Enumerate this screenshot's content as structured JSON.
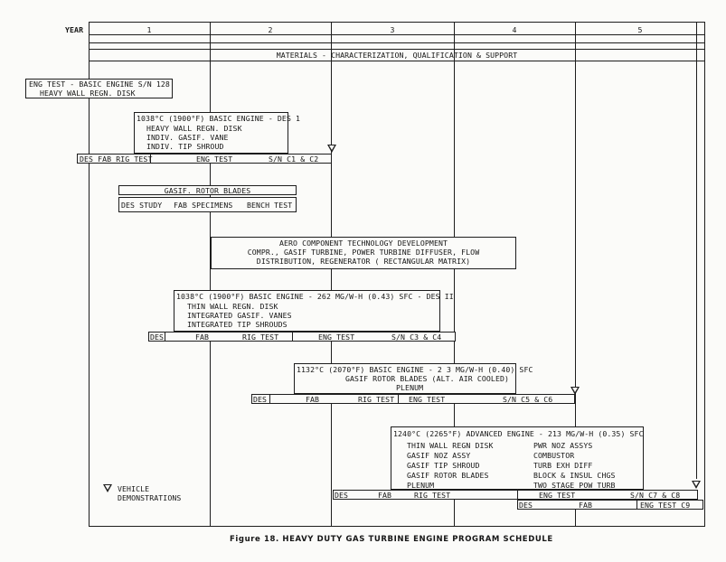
{
  "header": {
    "year_label": "YEAR",
    "years": [
      "1",
      "2",
      "3",
      "4",
      "5"
    ]
  },
  "materials": "MATERIALS - CHARACTERIZATION, QUALIFICATION & SUPPORT",
  "basic_engine_128": {
    "title": "ENG TEST - BASIC ENGINE S/N 128",
    "line2": "HEAVY WALL REGN. DISK"
  },
  "des1": {
    "title": "1038°C (1900°F) BASIC ENGINE - DES 1",
    "items": [
      "HEAVY WALL REGN. DISK",
      "INDIV. GASIF. VANE",
      "INDIV. TIP SHROUD"
    ],
    "bar": [
      "DES FAB RIG TEST",
      "ENG TEST",
      "S/N  C1 & C2"
    ]
  },
  "rotor_blades": {
    "title": "GASIF. ROTOR BLADES",
    "phases": [
      "DES STUDY",
      "FAB SPECIMENS",
      "BENCH TEST"
    ]
  },
  "aero": {
    "lines": [
      "AERO COMPONENT TECHNOLOGY DEVELOPMENT",
      "COMPR., GASIF TURBINE, POWER TURBINE DIFFUSER, FLOW",
      "DISTRIBUTION, REGENERATOR ( RECTANGULAR MATRIX)"
    ]
  },
  "des2": {
    "title": "1038°C (1900°F) BASIC ENGINE - 262 MG/W-H (0.43) SFC - DES II",
    "items": [
      "THIN WALL REGN. DISK",
      "INTEGRATED GASIF. VANES",
      "INTEGRATED TIP SHROUDS"
    ],
    "bar": [
      "DES",
      "FAB",
      "RIG TEST",
      "ENG TEST",
      "S/N  C3 & C4"
    ]
  },
  "engine_1132": {
    "title": "1132°C (2070°F) BASIC ENGINE - 2 3 MG/W-H (0.40) SFC",
    "items": [
      "GASIF ROTOR BLADES (ALT. AIR COOLED)",
      "PLENUM"
    ],
    "bar": [
      "DES",
      "FAB",
      "RIG TEST",
      "ENG TEST",
      "S/N  C5 & C6"
    ]
  },
  "advanced": {
    "title": "1240°C (2265°F) ADVANCED ENGINE - 213 MG/W-H (0.35) SFC",
    "left_items": [
      "THIN WALL REGN DISK",
      "GASIF NOZ ASSY",
      "GASIF TIP SHROUD",
      "GASIF ROTOR BLADES",
      "PLENUM"
    ],
    "right_items": [
      "PWR NOZ ASSYS",
      "COMBUSTOR",
      "TURB EXH DIFF",
      "BLOCK & INSUL CHGS",
      "TWO STAGE POW TURB"
    ],
    "bar1": [
      "DES",
      "FAB",
      "RIG TEST",
      "ENG TEST",
      "S/N  C7 & C8"
    ],
    "bar2": [
      "DES",
      "FAB",
      "ENG TEST  C9"
    ]
  },
  "legend": {
    "line1": "VEHICLE",
    "line2": "DEMONSTRATIONS"
  },
  "caption": "Figure 18.  HEAVY DUTY GAS TURBINE ENGINE PROGRAM SCHEDULE"
}
